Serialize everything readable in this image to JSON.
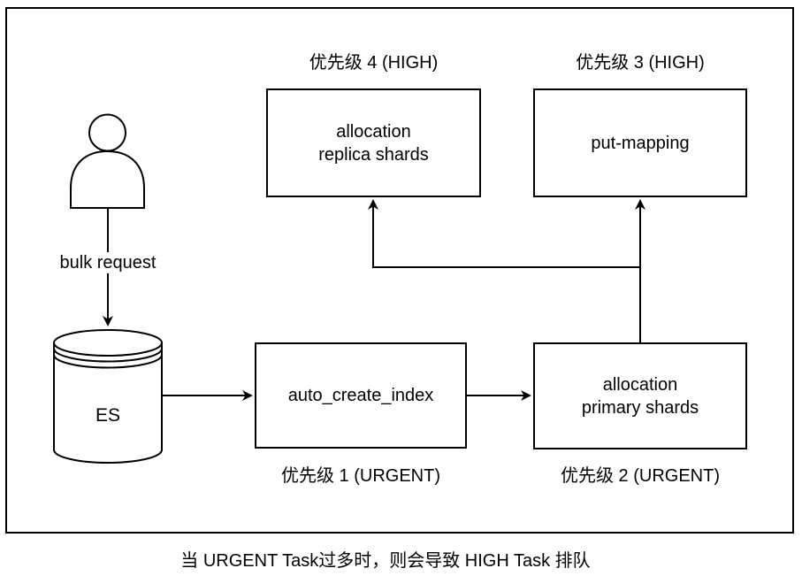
{
  "colors": {
    "stroke": "#000000",
    "background": "#ffffff",
    "text": "#000000"
  },
  "actor": {
    "icon": "user-icon",
    "edge_label": "bulk request"
  },
  "database": {
    "icon": "database-cylinder-icon",
    "label": "ES"
  },
  "nodes": {
    "replica": {
      "label": "allocation\nreplica shards",
      "priority": "优先级 4 (HIGH)"
    },
    "putmapping": {
      "label": "put-mapping",
      "priority": "优先级 3 (HIGH)"
    },
    "autocreate": {
      "label": "auto_create_index",
      "priority": "优先级 1 (URGENT)"
    },
    "primary": {
      "label": "allocation\nprimary shards",
      "priority": "优先级 2 (URGENT)"
    }
  },
  "caption": "当 URGENT Task过多时，则会导致 HIGH Task 排队"
}
